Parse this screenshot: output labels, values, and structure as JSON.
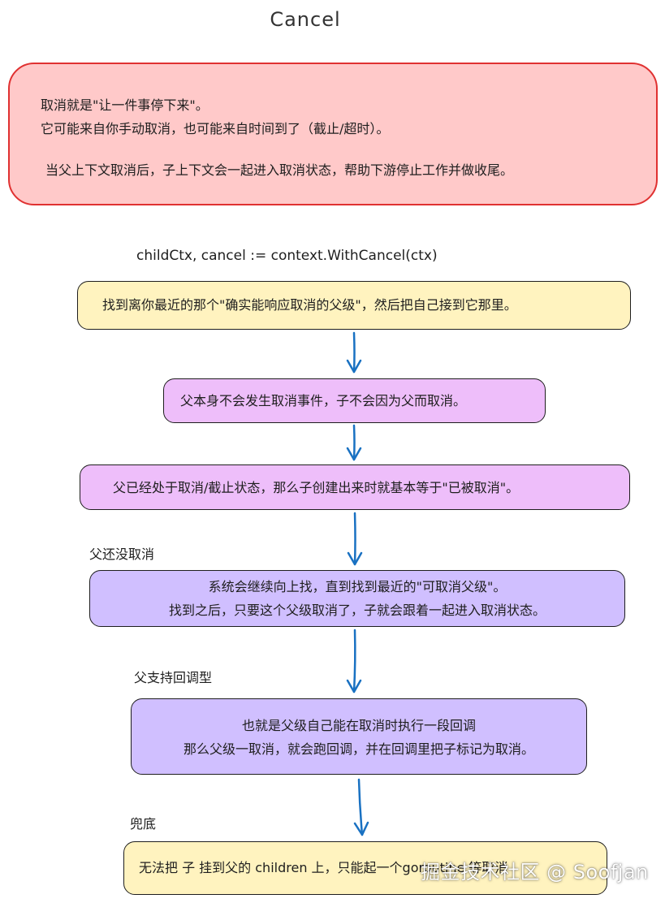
{
  "title": "Cancel",
  "intro": {
    "line1": "取消就是\"让一件事停下来\"。",
    "line2": "它可能来自你手动取消，也可能来自时间到了（截止/超时）。",
    "line3": "当父上下文取消后，子上下文会一起进入取消状态，帮助下游停止工作并做收尾。"
  },
  "code_label": "childCtx, cancel := context.WithCancel(ctx)",
  "steps": [
    {
      "lines": [
        "找到离你最近的那个\"确实能响应取消的父级\"，然后把自己接到它那里。"
      ]
    },
    {
      "lines": [
        "父本身不会发生取消事件，子不会因为父而取消。"
      ]
    },
    {
      "lines": [
        "父已经处于取消/截止状态，那么子创建出来时就基本等于\"已被取消\"。"
      ]
    },
    {
      "label": "父还没取消",
      "lines": [
        "系统会继续向上找，直到找到最近的\"可取消父级\"。",
        "找到之后，只要这个父级取消了，子就会跟着一起进入取消状态。"
      ]
    },
    {
      "label": "父支持回调型",
      "lines": [
        "也就是父级自己能在取消时执行一段回调",
        "那么父级一取消，就会跑回调，并在回调里把子标记为取消。"
      ]
    },
    {
      "label": "兜底",
      "lines": [
        "无法把 子 挂到父的 children 上，只能起一个goroutine 等取消"
      ]
    }
  ],
  "watermark": "掘金技术社区 @ Soofjan",
  "colors": {
    "intro_fill": "#ffc9c9",
    "intro_stroke": "#e03131",
    "yellow": "#fff3bf",
    "pink": "#eebefa",
    "violet": "#d0bfff",
    "arrow": "#1971c2"
  }
}
